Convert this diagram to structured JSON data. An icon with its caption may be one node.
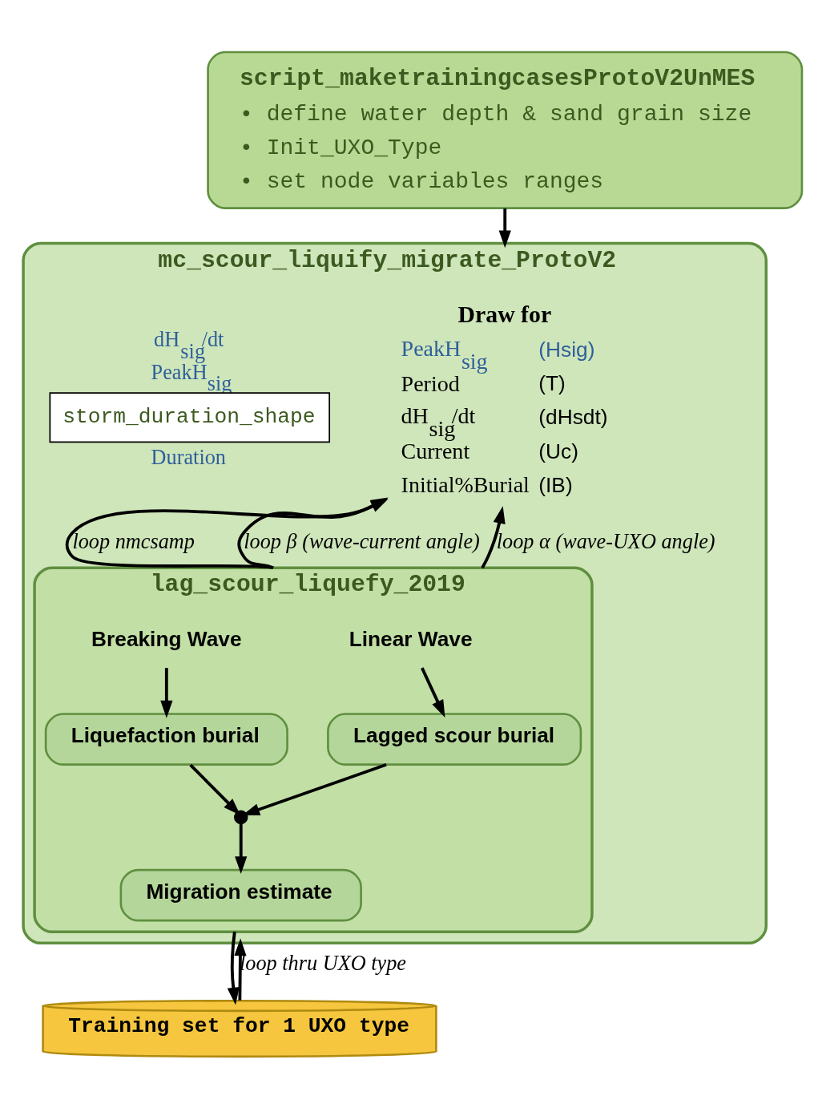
{
  "diagram": {
    "nodes": [
      {
        "text": [
          "script_maketrainingcasesProtoV2UnMES",
          "• define water depth & sand grain size",
          "• Init_UXO_Type",
          "• set node variables ranges"
        ]
      },
      {
        "text": [
          "mc_scour_liquify_migrate_ProtoV2"
        ]
      },
      {
        "text": [
          "Draw for",
          "PeakH$_{sig}$",
          "(Hsig)",
          "Period",
          "(T)",
          "dH$_{sig}$/dt",
          "(dHsdt)",
          "Current",
          "(Uc)",
          "Initial%Burial",
          "(IB)"
        ],
        "in": 1
      },
      {
        "text": [
          "storm_duration_shape"
        ],
        "beside": [
          "dH$_{sig}$/dt",
          "PeakH$_{sig}$",
          "Duration"
        ],
        "in": 1
      },
      {
        "text": [
          "lag_scour_liquefy_2019"
        ],
        "in": 1
      },
      {
        "text": [
          "Linear Wave"
        ],
        "in": 4
      },
      {
        "text": [
          "Breaking Wave"
        ],
        "in": 4
      },
      {
        "text": [
          "Lagged scour burial"
        ],
        "in": 4
      },
      {
        "text": [
          "Liquefaction burial"
        ],
        "in": 4
      },
      {
        "text": [],
        "shape": "circle",
        "in": 4
      },
      {
        "text": [
          "Migration estimate"
        ],
        "in": 4
      },
      {
        "text": [
          "Training set for 1 UXO type"
        ]
      }
    ],
    "edges": [
      {
        "from": 0,
        "to": 1,
        "arrow": "to"
      },
      {
        "from": 4,
        "to": 2,
        "arrow": "to",
        "label": "loop nmcsamp"
      },
      {
        "from": 4,
        "to": 2,
        "arrow": "to",
        "label": "loop β (wave-current angle)"
      },
      {
        "from": 4,
        "to": 2,
        "arrow": "to",
        "label": "loop α (wave-UXO angle)"
      },
      {
        "from": 5,
        "to": 7,
        "arrow": "to"
      },
      {
        "from": 6,
        "to": 8,
        "arrow": "to"
      },
      {
        "from": 7,
        "to": 9,
        "arrow": "to"
      },
      {
        "from": 8,
        "to": 9,
        "arrow": "to"
      },
      {
        "from": 9,
        "to": 10,
        "arrow": "to"
      },
      {
        "from": 4,
        "to": 11,
        "arrow": "to"
      },
      {
        "from": 11,
        "to": 1,
        "arrow": "to",
        "label": "loop thru UXO type"
      }
    ]
  }
}
